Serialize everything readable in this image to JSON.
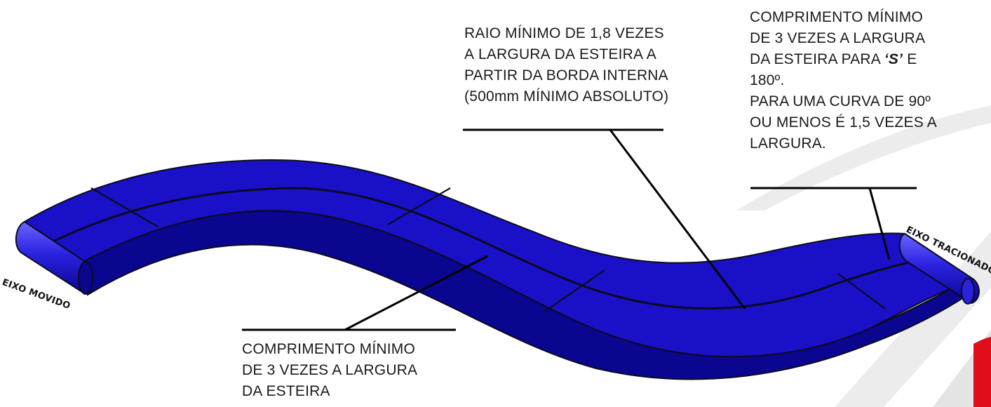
{
  "colors": {
    "belt_top": "#1a10c8",
    "belt_side": "#0a0690",
    "belt_edge": "#0b0b1e",
    "roller": "#3a32e8",
    "accent_red": "#e00d1a",
    "swoosh": "#e8e8e8"
  },
  "annotations": {
    "raio": {
      "lines": [
        "RAIO MÍNIMO DE 1,8 VEZES",
        "A LARGURA DA ESTEIRA A",
        "PARTIR DA BORDA INTERNA",
        "(500mm MÍNIMO ABSOLUTO)"
      ]
    },
    "s_curve": {
      "line1": "COMPRIMENTO MÍNIMO",
      "line2": "DE 3 VEZES A LARGURA",
      "line3_prefix": "DA ESTEIRA PARA ",
      "line3_emph": "‘S’",
      "line3_suffix": " E",
      "line4": "180º.",
      "line5": "PARA UMA CURVA DE 90º",
      "line6": "OU MENOS É 1,5 VEZES A",
      "line7": "LARGURA."
    },
    "straight": {
      "lines": [
        "COMPRIMENTO MÍNIMO",
        "DE 3 VEZES A LARGURA",
        "DA ESTEIRA"
      ]
    }
  },
  "labels": {
    "driven_shaft": "EIXO MOVIDO",
    "drive_shaft": "EIXO TRACIONADO"
  }
}
